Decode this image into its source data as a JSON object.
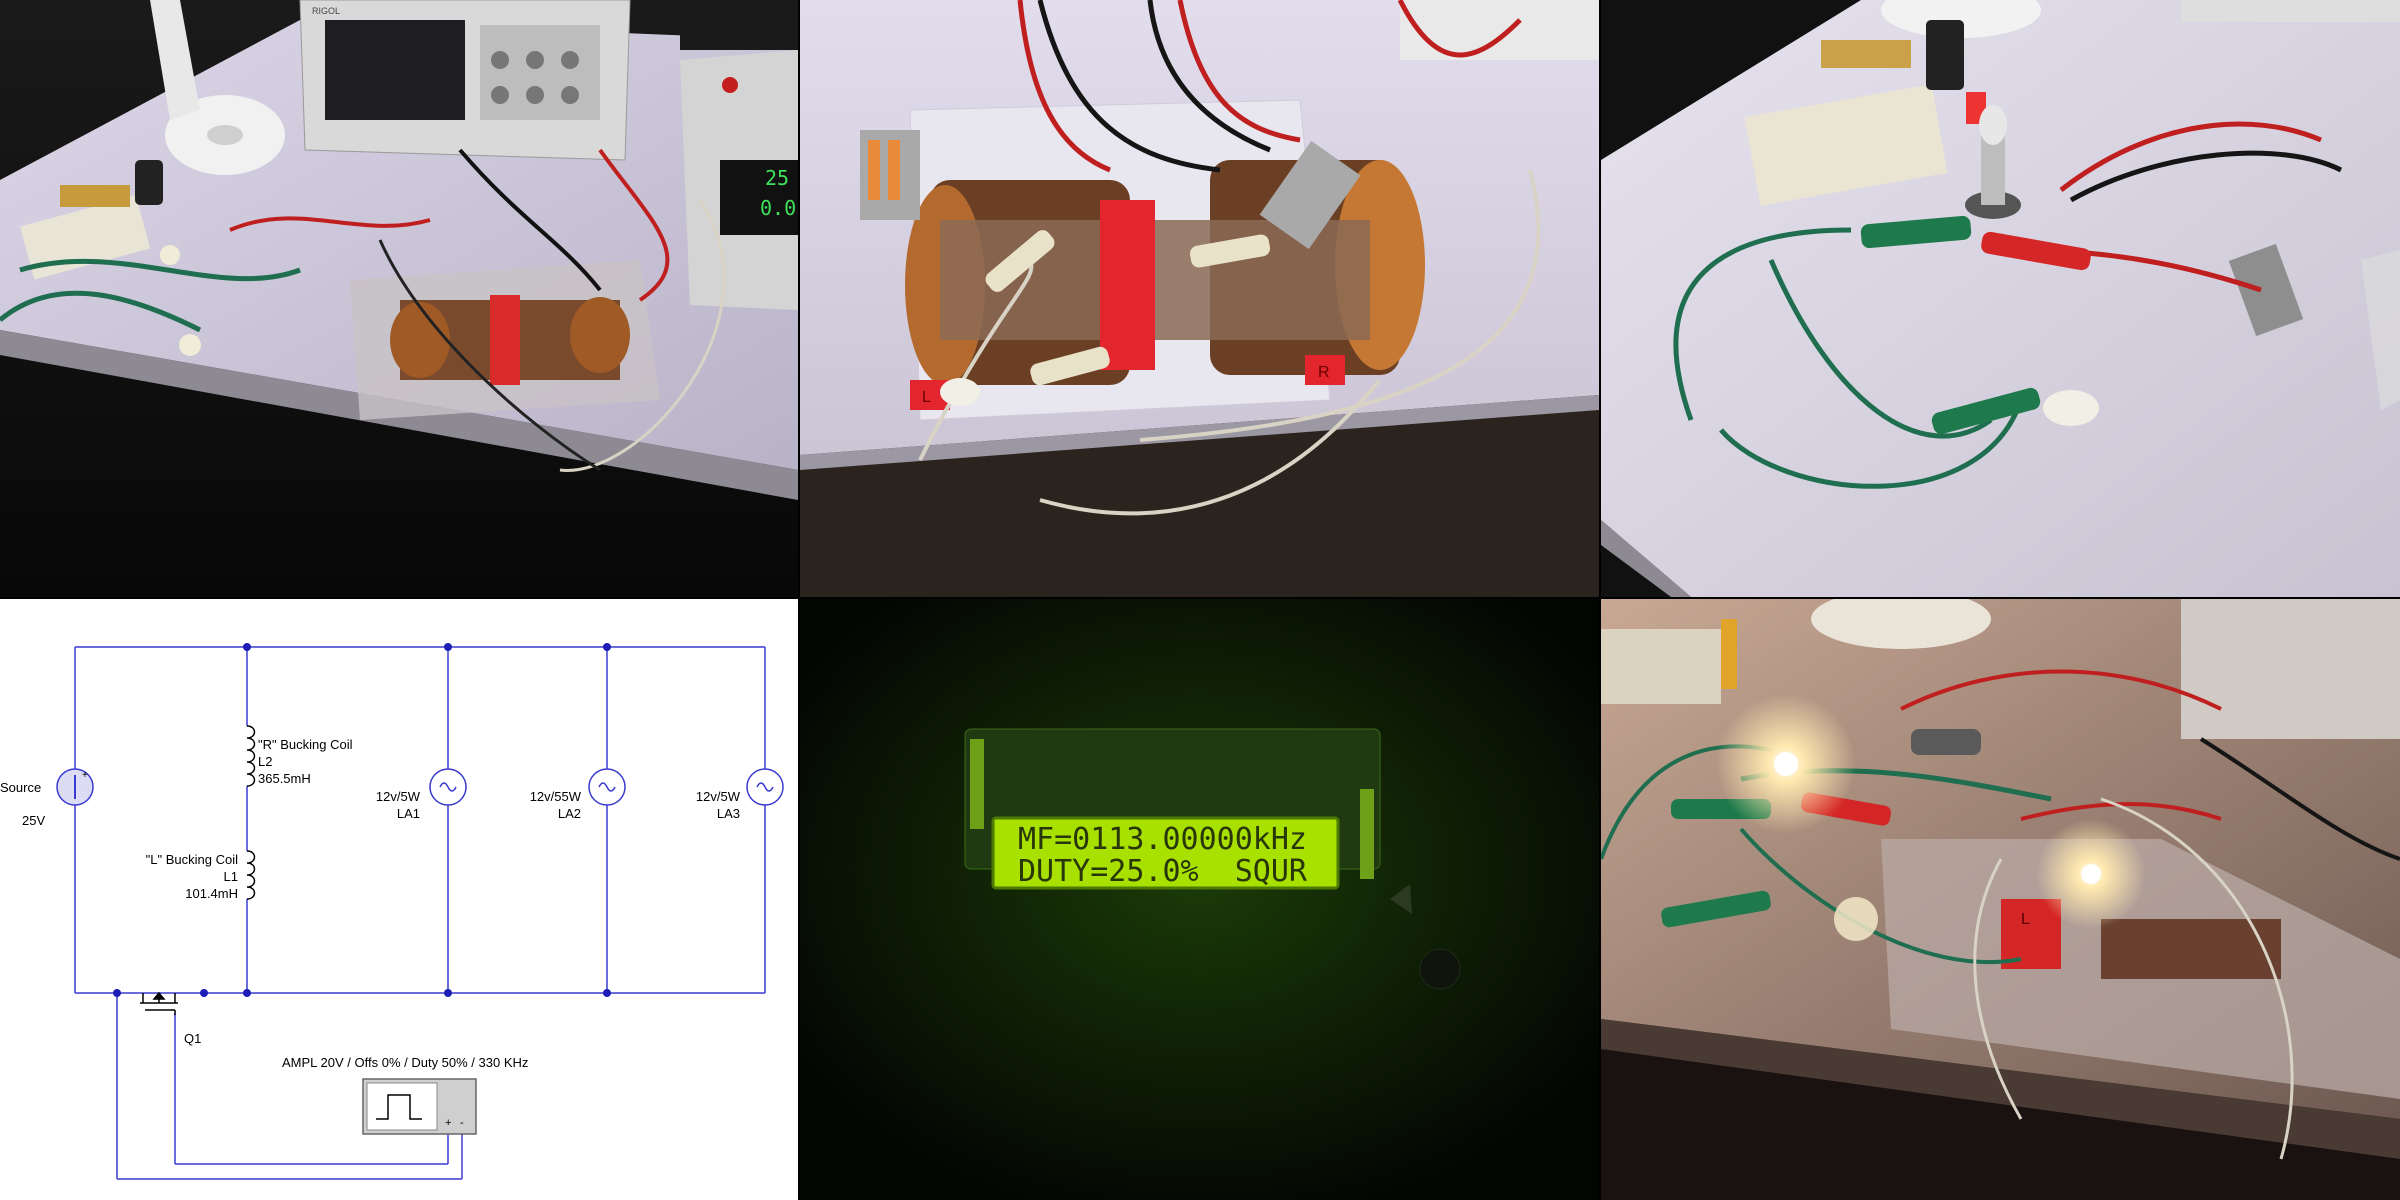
{
  "schematic": {
    "source": {
      "name": "Source",
      "value": "25V",
      "polarity": "+"
    },
    "coil_r": {
      "name": "\"R\" Bucking Coil",
      "ref": "L2",
      "value": "365.5mH"
    },
    "coil_l": {
      "name": "\"L\" Bucking Coil",
      "ref": "L1",
      "value": "101.4mH"
    },
    "lamps": [
      {
        "rating": "12v/5W",
        "ref": "LA1"
      },
      {
        "rating": "12v/55W",
        "ref": "LA2"
      },
      {
        "rating": "12v/5W",
        "ref": "LA3"
      }
    ],
    "transistor": {
      "ref": "Q1"
    },
    "generator": {
      "settings": "AMPL 20V / Offs 0% / Duty 50% / 330 KHz",
      "plus": "+",
      "minus": "-"
    },
    "wire_color": "#3a3ad0"
  },
  "lcd": {
    "line1": "MF=0113.00000kHz",
    "line2": "DUTY=25.0%  SQUR",
    "backlight_color": "#a8e000"
  },
  "photos": {
    "bench": {
      "scope_brand": "RIGOL",
      "psu_readout_1": "25",
      "psu_readout_2": "0.0"
    },
    "coils": {
      "tag_left": "L",
      "tag_right": "R"
    },
    "lamps": {},
    "lit": {
      "tag": "L"
    }
  }
}
